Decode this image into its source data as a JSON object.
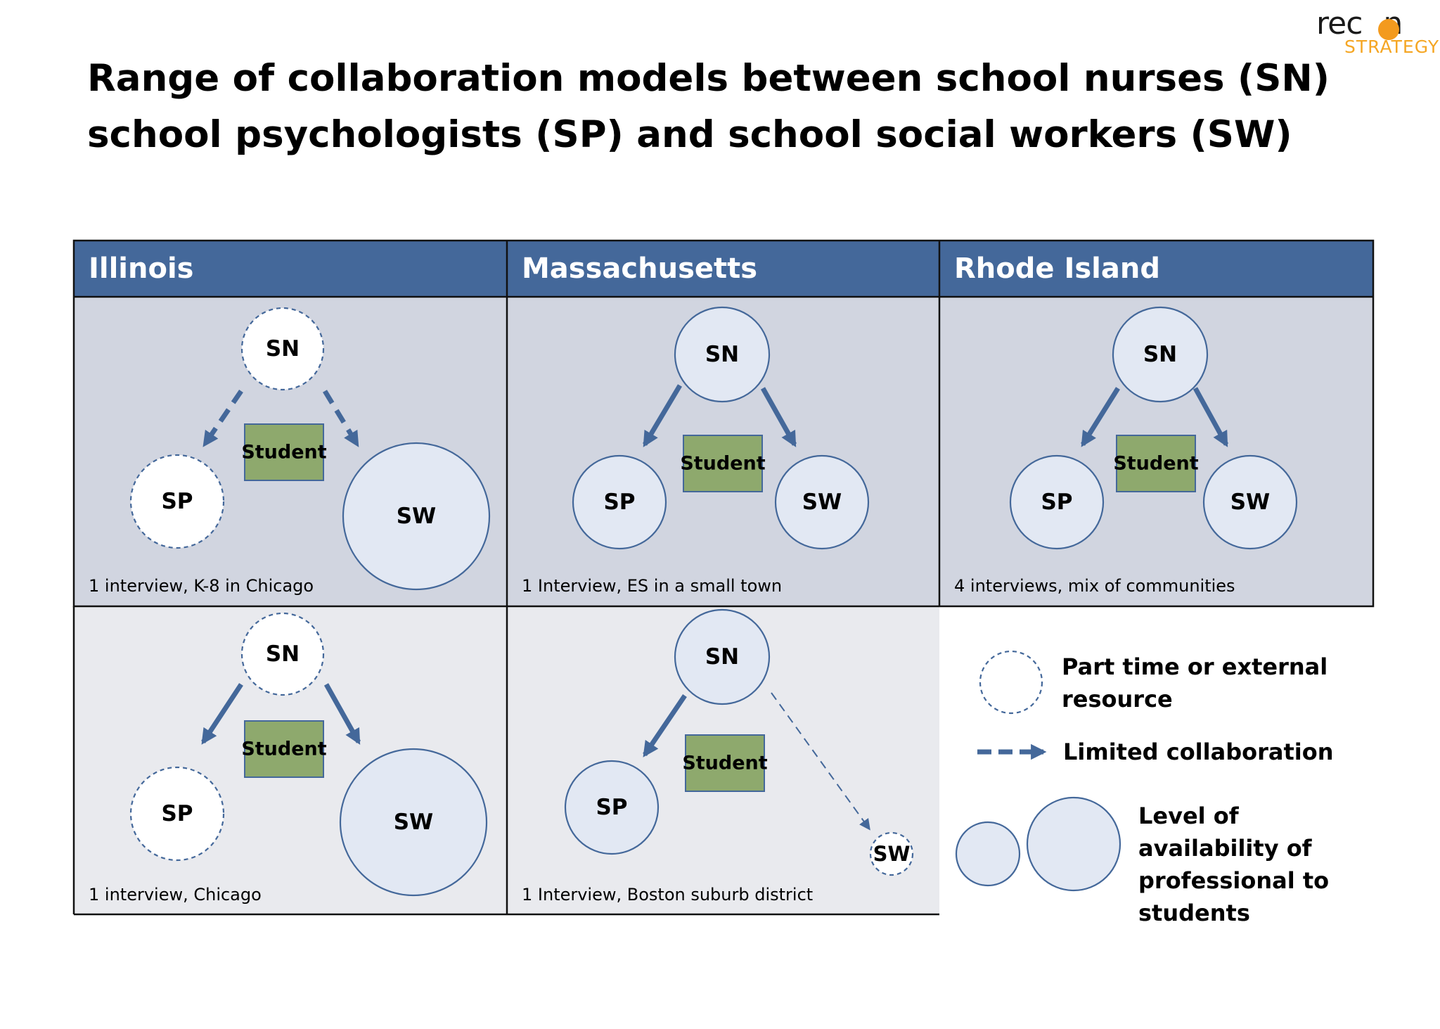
{
  "title": {
    "line1": "Range of collaboration models between school nurses (SN)",
    "line2": "school psychologists (SP) and school social workers (SW)"
  },
  "logo": {
    "text_main_a": "rec",
    "text_main_b": "n",
    "text_sub": "STRATEGY"
  },
  "colors": {
    "header_blue": "#44689a",
    "panel_dark": "#d1d5e0",
    "panel_light": "#e9eaee",
    "node_fill": "#e2e8f3",
    "node_stroke": "#44689a",
    "arrow": "#44689a",
    "student_fill": "#8ea96d",
    "student_stroke": "#44689a"
  },
  "headers": [
    "Illinois",
    "Massachusetts",
    "Rhode Island"
  ],
  "node_labels": {
    "nurse": "SN",
    "psychologist": "SP",
    "social_worker": "SW",
    "student": "Student"
  },
  "panels": [
    {
      "id": "il-1",
      "caption": "1 interview, K-8 in Chicago",
      "sn_style": "dashed",
      "sp_style": "dashed",
      "sw_style": "solid",
      "to_sp": "dashed-arrow",
      "to_sw": "dashed-arrow",
      "sw_size": "large"
    },
    {
      "id": "ma-1",
      "caption": "1 Interview, ES in a small town",
      "sn_style": "solid",
      "sp_style": "solid",
      "sw_style": "solid",
      "to_sp": "solid-arrow",
      "to_sw": "solid-arrow",
      "sw_size": "regular"
    },
    {
      "id": "ri-1",
      "caption": "4 interviews, mix of communities",
      "sn_style": "solid",
      "sp_style": "solid",
      "sw_style": "solid",
      "to_sp": "solid-arrow",
      "to_sw": "solid-arrow",
      "sw_size": "regular"
    },
    {
      "id": "il-2",
      "caption": "1 interview, Chicago",
      "sn_style": "dashed",
      "sp_style": "dashed",
      "sw_style": "solid",
      "to_sp": "solid-arrow",
      "to_sw": "solid-arrow",
      "sw_size": "large"
    },
    {
      "id": "ma-2",
      "caption": "1 Interview, Boston suburb district",
      "sn_style": "solid",
      "sp_style": "solid",
      "sw_style": "dashed",
      "to_sp": "solid-arrow",
      "to_sw": "thin-dashed-arrow",
      "sw_size": "small"
    }
  ],
  "legend": {
    "part_time": [
      "Part time or external",
      "resource"
    ],
    "limited": "Limited collaboration",
    "level": [
      "Level  of",
      "availability of",
      "professional to",
      "students"
    ]
  }
}
